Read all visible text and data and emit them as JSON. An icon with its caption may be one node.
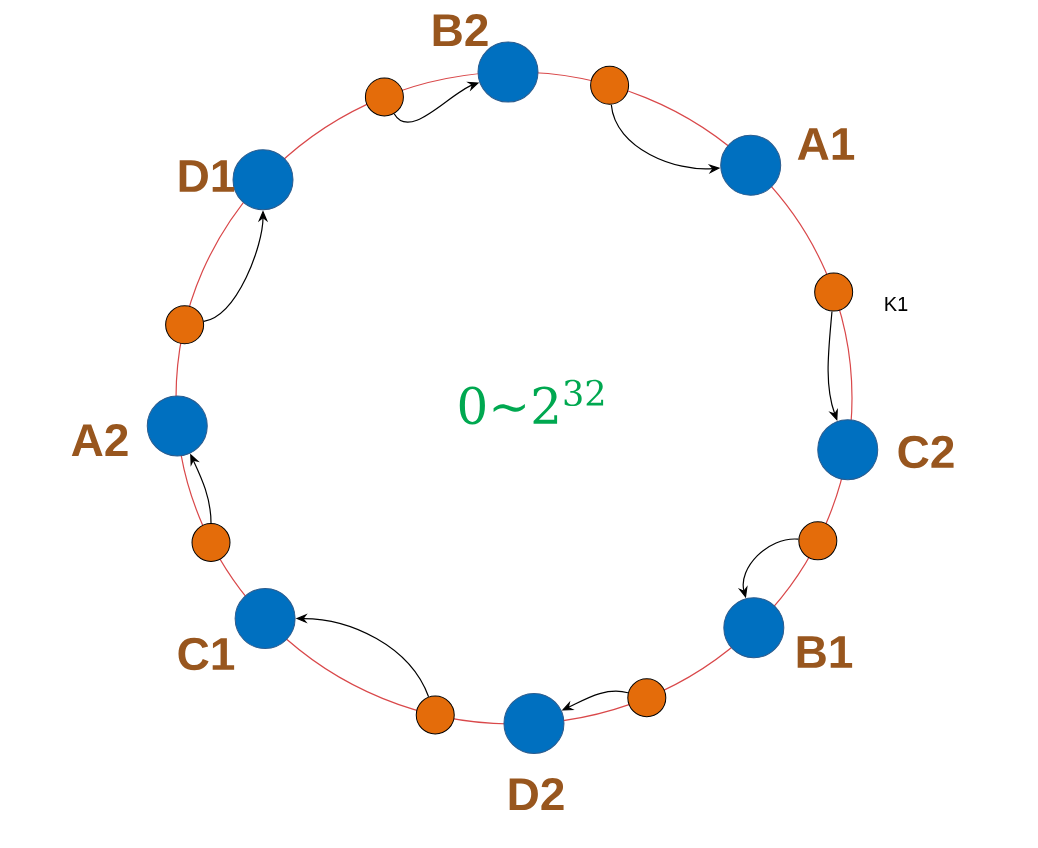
{
  "diagram": {
    "nodes": [
      {
        "text": [],
        "shape": "circle"
      },
      {
        "text": [],
        "shape": "circle",
        "beside": [
          "B2"
        ]
      },
      {
        "text": [],
        "shape": "circle"
      },
      {
        "text": [],
        "shape": "circle",
        "beside": [
          "A1"
        ]
      },
      {
        "text": [],
        "shape": "circle",
        "beside": [
          "K1"
        ]
      },
      {
        "text": [],
        "shape": "circle",
        "beside": [
          "C2"
        ]
      },
      {
        "text": [],
        "shape": "circle"
      },
      {
        "text": [],
        "shape": "circle",
        "beside": [
          "B1"
        ]
      },
      {
        "text": [],
        "shape": "circle"
      },
      {
        "text": [],
        "shape": "circle",
        "beside": [
          "D2"
        ]
      },
      {
        "text": [],
        "shape": "circle"
      },
      {
        "text": [],
        "shape": "circle",
        "beside": [
          "C1"
        ]
      },
      {
        "text": [],
        "shape": "circle"
      },
      {
        "text": [],
        "shape": "circle",
        "beside": [
          "A2"
        ]
      },
      {
        "text": [],
        "shape": "circle"
      },
      {
        "text": [],
        "shape": "circle",
        "beside": [
          "D1"
        ]
      }
    ],
    "edges": [
      {
        "from": 0,
        "to": 1,
        "arrow": "to"
      },
      {
        "from": 2,
        "to": 3,
        "arrow": "to"
      },
      {
        "from": 4,
        "to": 5,
        "arrow": "to"
      },
      {
        "from": 6,
        "to": 7,
        "arrow": "to"
      },
      {
        "from": 8,
        "to": 9,
        "arrow": "to"
      },
      {
        "from": 10,
        "to": 11,
        "arrow": "to"
      },
      {
        "from": 12,
        "to": 13,
        "arrow": "to"
      },
      {
        "from": 14,
        "to": 15,
        "arrow": "to"
      }
    ],
    "labels": [
      "0~2$^{32}$"
    ]
  }
}
